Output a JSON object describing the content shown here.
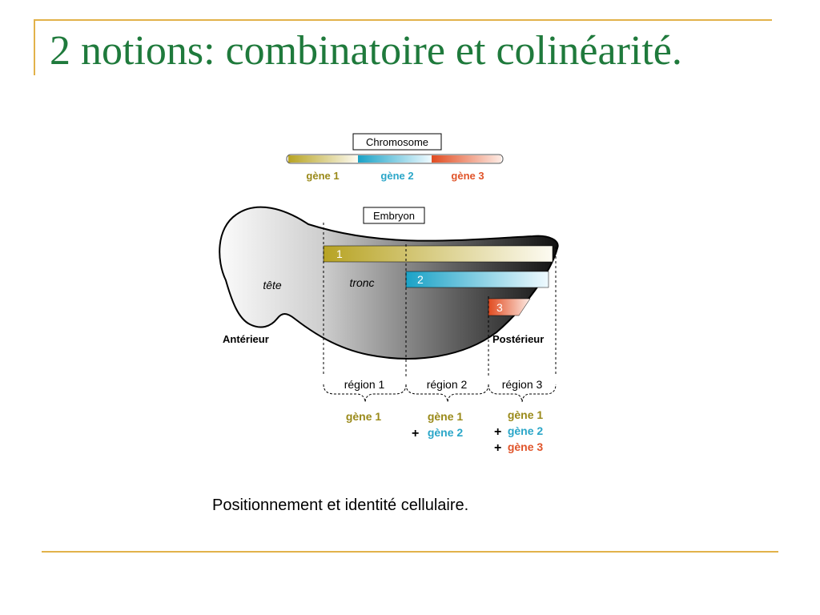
{
  "slide": {
    "title": "2 notions: combinatoire et colinéarité.",
    "caption": "Positionnement et identité cellulaire."
  },
  "diagram": {
    "chromosome_label": "Chromosome",
    "embryo_label": "Embryon",
    "genes": [
      {
        "label": "gène 1",
        "number": "1",
        "color": "#9a8a1a"
      },
      {
        "label": "gène 2",
        "number": "2",
        "color": "#2aa6c8"
      },
      {
        "label": "gène 3",
        "number": "3",
        "color": "#e0542a"
      }
    ],
    "body_parts": {
      "head": "tête",
      "trunk": "tronc"
    },
    "axis": {
      "anterior": "Antérieur",
      "posterior": "Postérieur"
    },
    "regions": [
      {
        "label": "région 1",
        "genes": [
          {
            "text": "gène 1",
            "plus": false
          }
        ]
      },
      {
        "label": "région 2",
        "genes": [
          {
            "text": "gène 1",
            "plus": false
          },
          {
            "text": "gène 2",
            "plus": true
          }
        ]
      },
      {
        "label": "région 3",
        "genes": [
          {
            "text": "gène 1",
            "plus": false
          },
          {
            "text": "gène 2",
            "plus": true
          },
          {
            "text": "gène 3",
            "plus": true
          }
        ]
      }
    ],
    "plus_sign": "+"
  }
}
